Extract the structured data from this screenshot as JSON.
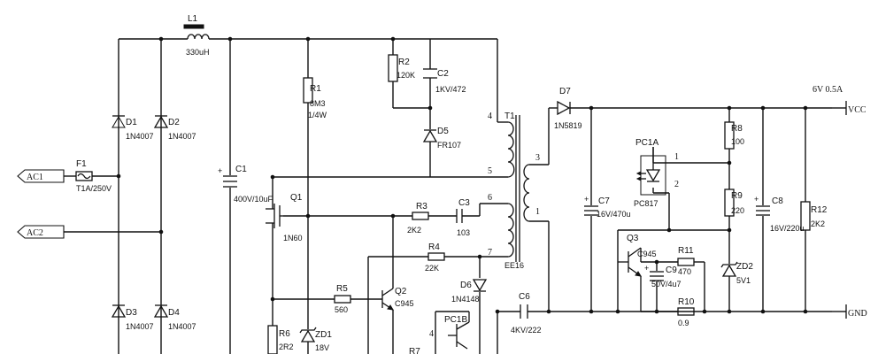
{
  "ports": {
    "ac1": "AC1",
    "ac2": "AC2",
    "vcc": "VCC",
    "gnd": "GND",
    "output_rating": "6V 0.5A"
  },
  "components": {
    "l1": {
      "ref": "L1",
      "value": "330uH"
    },
    "f1": {
      "ref": "F1",
      "value": "T1A/250V"
    },
    "d1": {
      "ref": "D1",
      "value": "1N4007"
    },
    "d2": {
      "ref": "D2",
      "value": "1N4007"
    },
    "d3": {
      "ref": "D3",
      "value": "1N4007"
    },
    "d4": {
      "ref": "D4",
      "value": "1N4007"
    },
    "c1": {
      "ref": "C1",
      "value": "400V/10uF"
    },
    "r1": {
      "ref": "R1",
      "value": "8M3",
      "value2": "1/4W"
    },
    "r2": {
      "ref": "R2",
      "value": "120K"
    },
    "c2": {
      "ref": "C2",
      "value": "1KV/472"
    },
    "d5": {
      "ref": "D5",
      "value": "FR107"
    },
    "q1": {
      "ref": "Q1",
      "value": "1N60"
    },
    "r3": {
      "ref": "R3",
      "value": "2K2"
    },
    "c3": {
      "ref": "C3",
      "value": "103"
    },
    "r4": {
      "ref": "R4",
      "value": "22K"
    },
    "r5": {
      "ref": "R5",
      "value": "560"
    },
    "q2": {
      "ref": "Q2",
      "value": "C945"
    },
    "d6": {
      "ref": "D6",
      "value": "1N4148"
    },
    "r6": {
      "ref": "R6",
      "value": "2R2"
    },
    "zd1": {
      "ref": "ZD1",
      "value": "18V"
    },
    "pc1b": {
      "ref": "PC1B"
    },
    "r7": {
      "ref": "R7"
    },
    "t1": {
      "ref": "T1",
      "value": "EE16"
    },
    "c6": {
      "ref": "C6",
      "value": "4KV/222"
    },
    "d7": {
      "ref": "D7",
      "value": "1N5819"
    },
    "c7": {
      "ref": "C7",
      "value": "16V/470u"
    },
    "pc1a": {
      "ref": "PC1A",
      "value": "PC817"
    },
    "q3": {
      "ref": "Q3",
      "value": "C945"
    },
    "c9": {
      "ref": "C9",
      "value": "50V/4u7"
    },
    "r11": {
      "ref": "R11",
      "value": "470"
    },
    "r10": {
      "ref": "R10",
      "value": "0.9"
    },
    "r8": {
      "ref": "R8",
      "value": "100"
    },
    "r9": {
      "ref": "R9",
      "value": "220"
    },
    "zd2": {
      "ref": "ZD2",
      "value": "5V1"
    },
    "c8": {
      "ref": "C8",
      "value": "16V/220u"
    },
    "r12": {
      "ref": "R12",
      "value": "2K2"
    }
  },
  "pins": {
    "t1_1": "1",
    "t1_3": "3",
    "t1_4": "4",
    "t1_5": "5",
    "t1_6": "6",
    "t1_7": "7",
    "pc1a_1": "1",
    "pc1a_2": "2",
    "pc1b_4": "4"
  }
}
